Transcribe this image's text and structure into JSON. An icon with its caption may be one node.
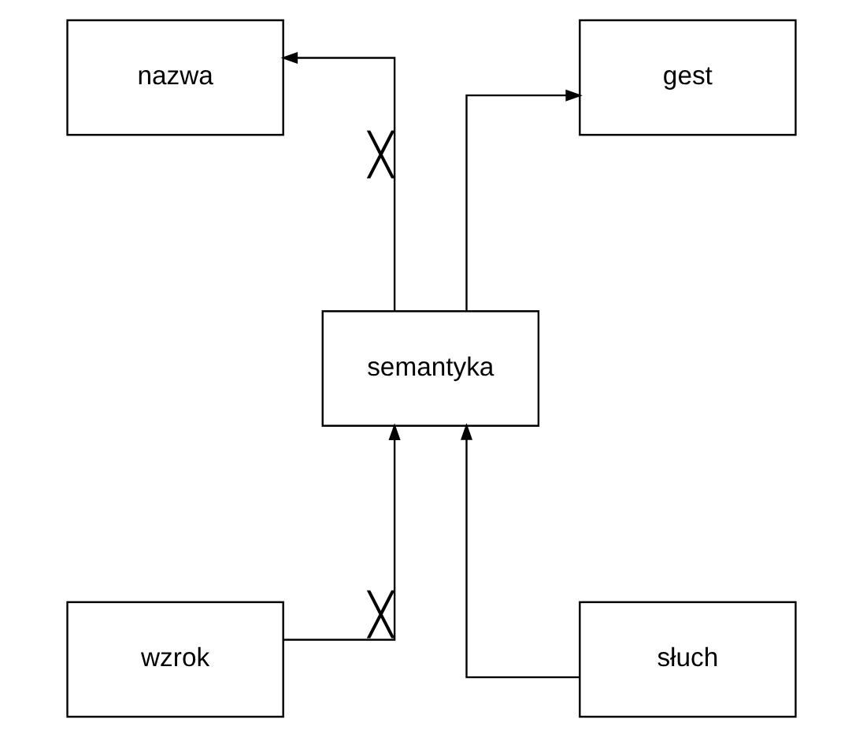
{
  "diagram": {
    "nodes": [
      {
        "text": [
          "nazwa"
        ]
      },
      {
        "text": [
          "gest"
        ]
      },
      {
        "text": [
          "semantyka"
        ]
      },
      {
        "text": [
          "wzrok"
        ]
      },
      {
        "text": [
          "słuch"
        ]
      }
    ],
    "edges": [
      {
        "from": 2,
        "to": 0,
        "arrow": "to",
        "label": "╳"
      },
      {
        "from": 2,
        "to": 1,
        "arrow": "to"
      },
      {
        "from": 3,
        "to": 2,
        "arrow": "to",
        "label": "╳"
      },
      {
        "from": 4,
        "to": 2,
        "arrow": "to"
      }
    ]
  }
}
